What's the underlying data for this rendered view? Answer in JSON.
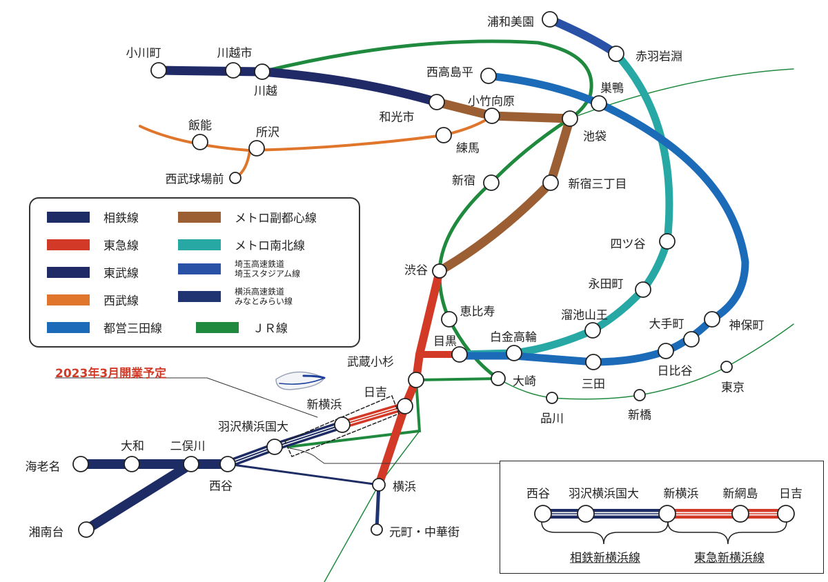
{
  "stations": {
    "urawa_misono": "浦和美園",
    "akabane_iwabuchi": "赤羽岩淵",
    "ogawamachi": "小川町",
    "kawagoeshi": "川越市",
    "kawagoe": "川越",
    "nishi_takashimadaira": "西高島平",
    "sugamo": "巣鴨",
    "wakoshi": "和光市",
    "kotake_mukaihara": "小竹向原",
    "ikebukuro": "池袋",
    "hanno": "飯能",
    "tokorozawa": "所沢",
    "nerima": "練馬",
    "seibu_kyujomae": "西武球場前",
    "shinjuku": "新宿",
    "shinjuku_sanchome": "新宿三丁目",
    "yotsuya": "四ツ谷",
    "shibuya": "渋谷",
    "nagatacho": "永田町",
    "ebisu": "恵比寿",
    "tameike_sanno": "溜池山王",
    "jimbocho": "神保町",
    "otemachi": "大手町",
    "shirokane_takanawa": "白金高輪",
    "meguro": "目黒",
    "hibiya": "日比谷",
    "mita": "三田",
    "musashi_kosugi": "武蔵小杉",
    "hiyoshi": "日吉",
    "osaki": "大崎",
    "tokyo": "東京",
    "shinagawa": "品川",
    "shimbashi": "新橋",
    "shin_yokohama": "新横浜",
    "hazawa": "羽沢横浜国大",
    "ebina": "海老名",
    "yamato": "大和",
    "futamatagawa": "二俣川",
    "nishiya": "西谷",
    "yokohama": "横浜",
    "shonandai": "湘南台",
    "motomachi": "元町・中華街"
  },
  "legend": {
    "sotetsu": "相鉄線",
    "tokyu": "東急線",
    "tobu": "東武線",
    "seibu": "西武線",
    "mita": "都営三田線",
    "fukutoshin": "メトロ副都心線",
    "namboku": "メトロ南北線",
    "saitama_1": "埼玉高速鉄道",
    "saitama_2": "埼玉スタジアム線",
    "minatomirai_1": "横浜高速鉄道",
    "minatomirai_2": "みなとみらい線",
    "jr": "ＪＲ線"
  },
  "colors": {
    "sotetsu": "#1d2c64",
    "tokyu": "#d23a27",
    "tobu": "#1f2a66",
    "seibu": "#e0762c",
    "mita": "#1b6bb8",
    "fukutoshin": "#9b5f33",
    "namboku": "#27a8a4",
    "saitama": "#2951a6",
    "minatomirai": "#1f3470",
    "jr": "#1f8a3e"
  },
  "note": "2023年3月開業予定",
  "inset": {
    "stations": [
      "西谷",
      "羽沢横浜国大",
      "新横浜",
      "新網島",
      "日吉"
    ],
    "sotetsu_line": "相鉄新横浜線",
    "tokyu_line": "東急新横浜線"
  }
}
